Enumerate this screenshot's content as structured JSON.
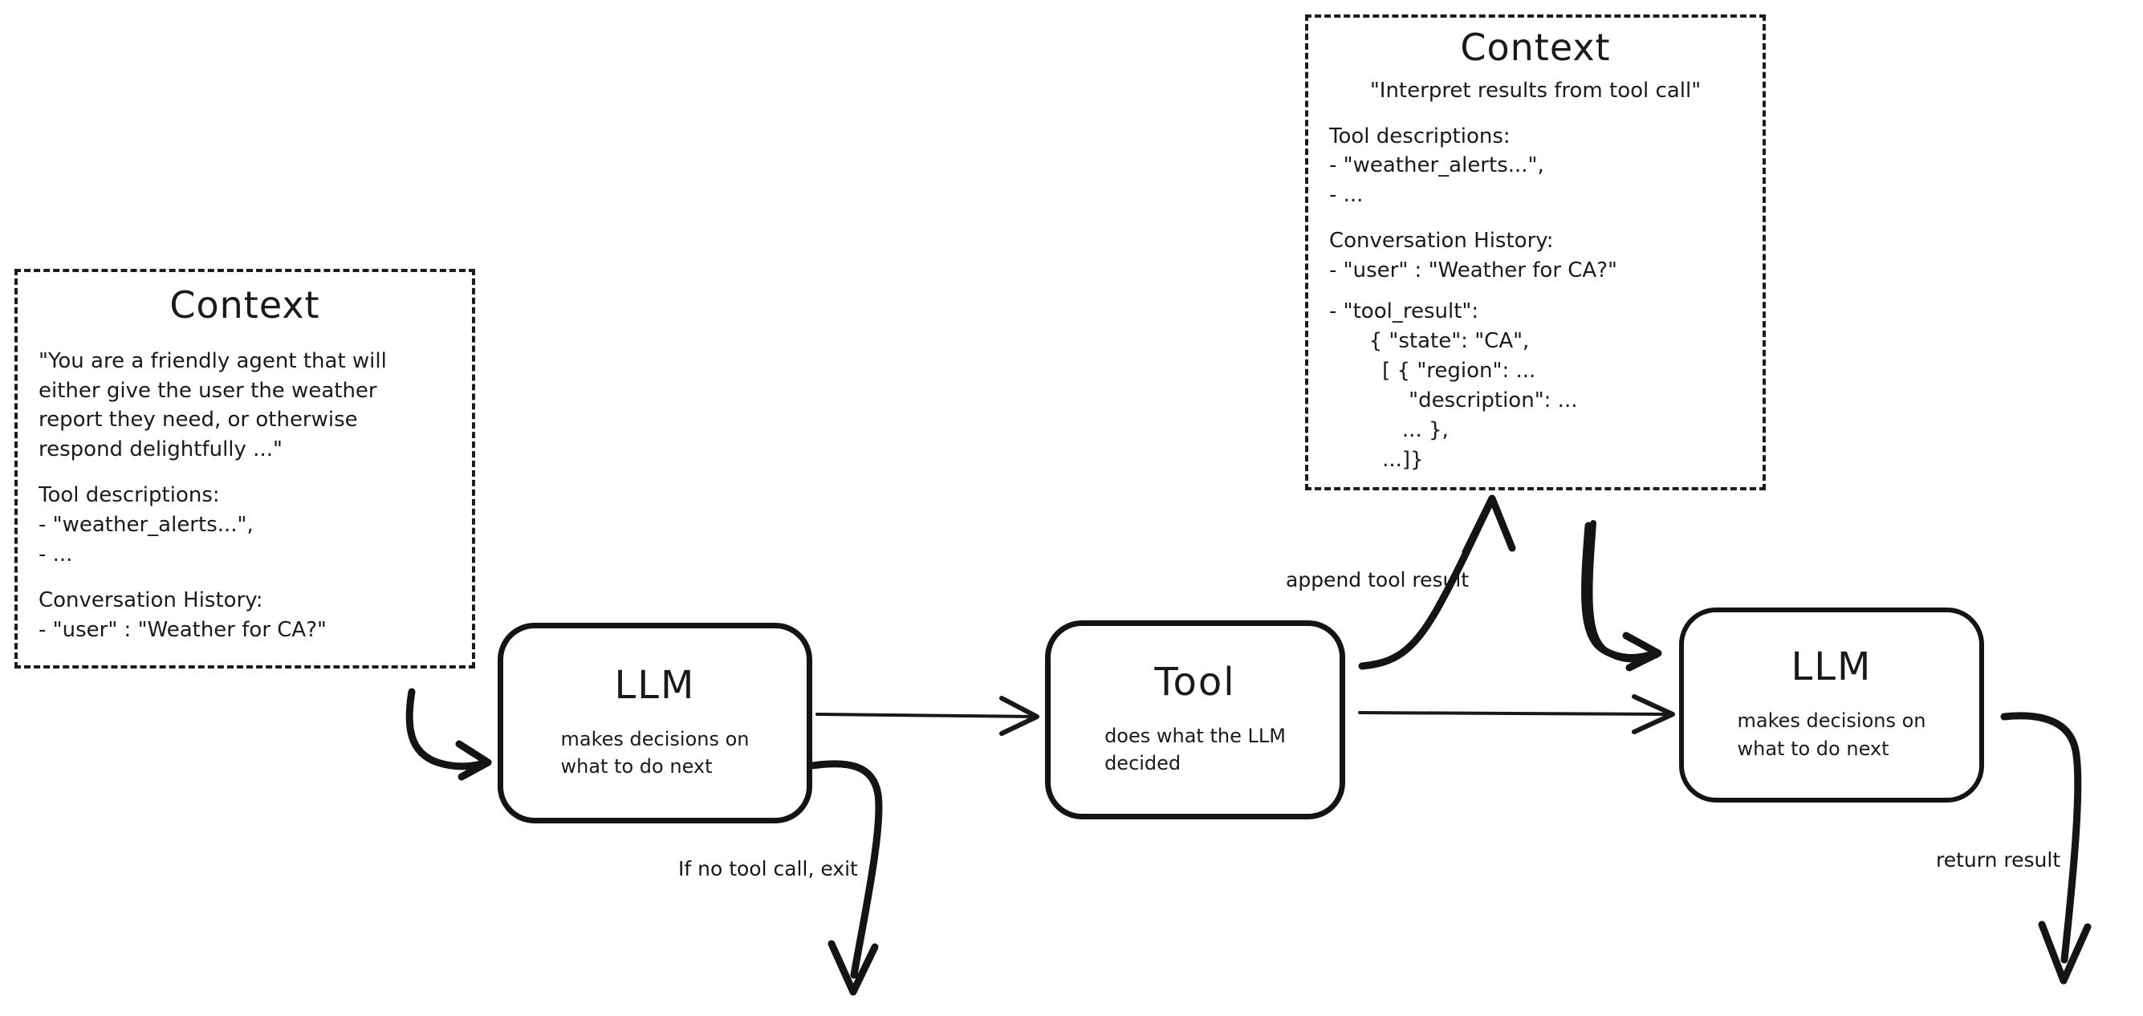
{
  "diagram": {
    "title": "Agent loop with LLM, Tool and Context",
    "stroke_color": "#1a1a1a",
    "background_color": "#ffffff"
  },
  "context_left": {
    "title": "Context",
    "system_prompt": "\"You are a friendly agent that will\neither give the user the weather\nreport they need, or otherwise\nrespond delightfully ...\"",
    "tool_descriptions_header": "Tool descriptions:",
    "tool_descriptions_items": "- \"weather_alerts...\",\n- ...",
    "conversation_header": "Conversation History:",
    "conversation_items": "- \"user\" : \"Weather for CA?\""
  },
  "context_right": {
    "title": "Context",
    "system_prompt": "\"Interpret results from tool call\"",
    "tool_descriptions_header": "Tool descriptions:",
    "tool_descriptions_items": "- \"weather_alerts...\",\n- ...",
    "conversation_header": "Conversation History:",
    "conversation_items": "- \"user\" : \"Weather for CA?\"",
    "tool_result_label": "- \"tool_result\":",
    "tool_result_body": "      { \"state\": \"CA\",\n        [ { \"region\": ...\n            \"description\": ...\n           ... },\n        ...]}"
  },
  "nodes": {
    "llm_first": {
      "title": "LLM",
      "subtitle": "makes decisions on\nwhat to do next"
    },
    "tool": {
      "title": "Tool",
      "subtitle": "does what the LLM\ndecided"
    },
    "llm_second": {
      "title": "LLM",
      "subtitle": "makes decisions on\nwhat to do next"
    }
  },
  "edges": {
    "context_to_llm": {
      "label": ""
    },
    "llm_to_tool": {
      "label": ""
    },
    "exit": {
      "label": "If no tool call, exit"
    },
    "append_tool_result": {
      "label": "append tool result"
    },
    "context_to_llm_second": {
      "label": ""
    },
    "tool_to_llm_second": {
      "label": ""
    },
    "return_result": {
      "label": "return result"
    }
  }
}
